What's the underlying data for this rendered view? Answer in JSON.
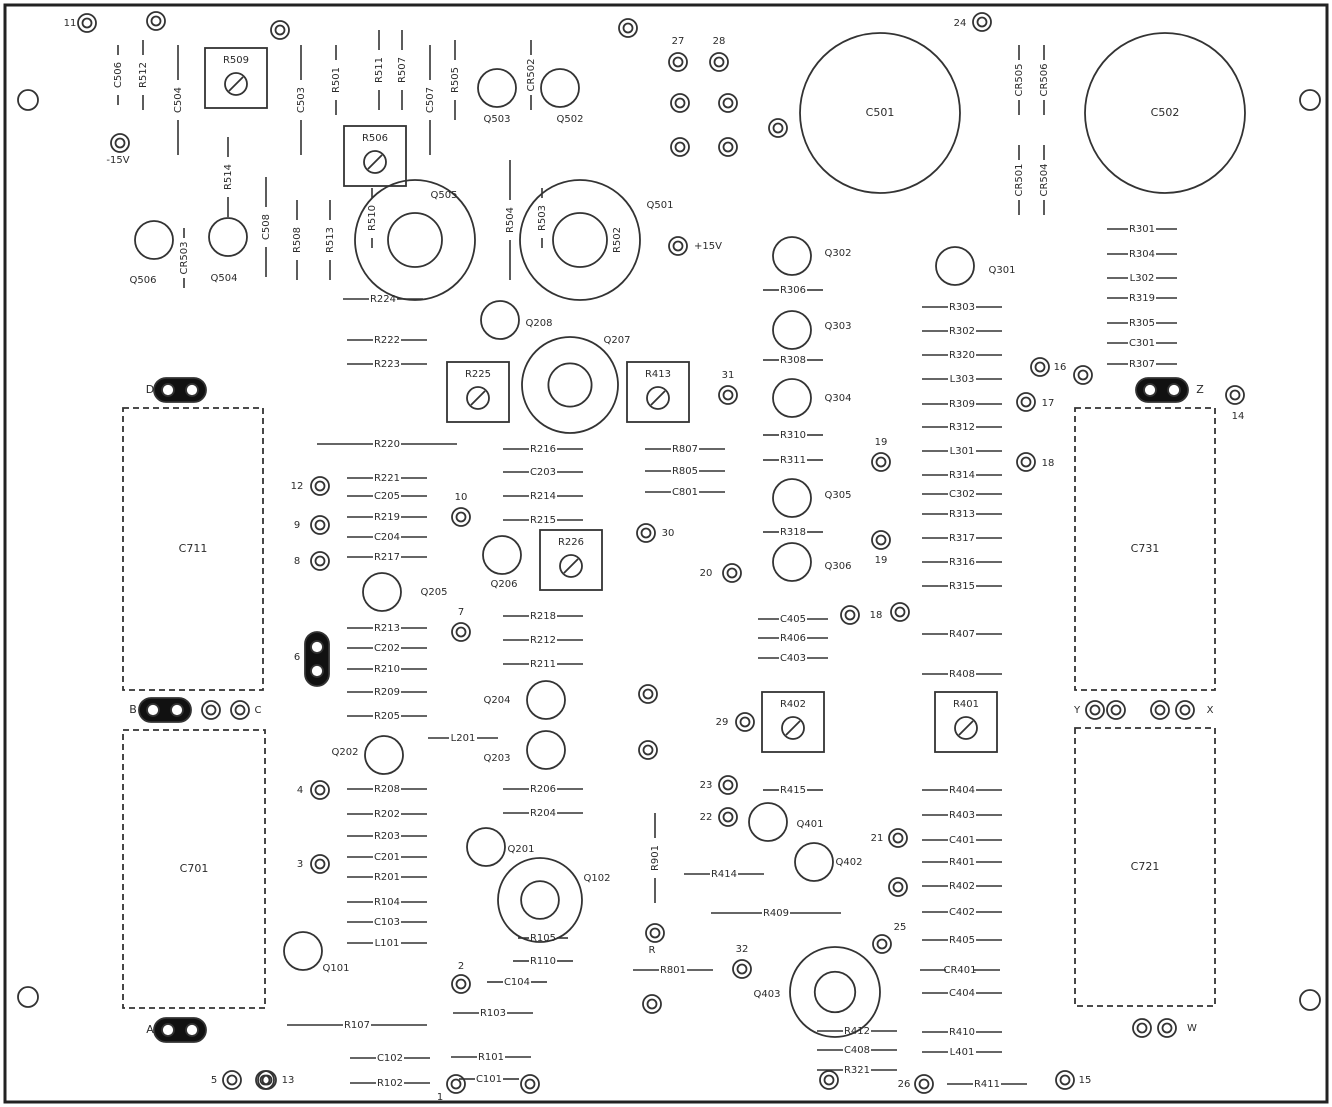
{
  "board": {
    "caps_large": [
      "C501",
      "C502"
    ],
    "caps_box": [
      "C711",
      "C701",
      "C731",
      "C721"
    ],
    "pots": [
      "R509",
      "R506",
      "R225",
      "R413",
      "R226",
      "R402",
      "R401"
    ],
    "transistors": [
      "Q505",
      "Q501",
      "Q207",
      "Q102",
      "Q403"
    ],
    "semis": [
      "Q503",
      "Q502",
      "Q506",
      "Q504",
      "Q208",
      "Q302",
      "Q303",
      "Q304",
      "Q305",
      "Q306",
      "Q301",
      "Q205",
      "Q206",
      "Q204",
      "Q203",
      "Q202",
      "Q201",
      "Q402",
      "Q401",
      "Q101"
    ],
    "components": [
      "C506",
      "R512",
      "C504",
      "C503",
      "R501",
      "R511",
      "R507",
      "C507",
      "R505",
      "CR502",
      "C508",
      "R508",
      "R513",
      "R514",
      "CR503",
      "R504",
      "R510",
      "R503",
      "R502",
      "R224",
      "CR505",
      "CR506",
      "CR501",
      "CR504",
      "R301",
      "R304",
      "L302",
      "R319",
      "R305",
      "C301",
      "R307",
      "R306",
      "R308",
      "R310",
      "R311",
      "R318",
      "R303",
      "R302",
      "R320",
      "L303",
      "R309",
      "R312",
      "L301",
      "R314",
      "C302",
      "R313",
      "R317",
      "R316",
      "R315",
      "R222",
      "R223",
      "R220",
      "R221",
      "C205",
      "R219",
      "C204",
      "R217",
      "R213",
      "C202",
      "R210",
      "R209",
      "R205",
      "R216",
      "C203",
      "R214",
      "R215",
      "R218",
      "R212",
      "R211",
      "L201",
      "R206",
      "R204",
      "R807",
      "R805",
      "C801",
      "C405",
      "R406",
      "C403",
      "R407",
      "R408",
      "R208",
      "R202",
      "R203",
      "C201",
      "R201",
      "R104",
      "C103",
      "L101",
      "R105",
      "R110",
      "C104",
      "R103",
      "R107",
      "R101",
      "C102",
      "C101",
      "R102",
      "R901",
      "R414",
      "R409",
      "R415",
      "R801",
      "R404",
      "R403",
      "C401",
      "R401",
      "R402",
      "C402",
      "R405",
      "CR401",
      "C404",
      "R410",
      "L401",
      "R411",
      "R412",
      "C408",
      "R321"
    ],
    "test_points": [
      "11",
      "13",
      "27",
      "28",
      "24",
      "-15V",
      "+15V",
      "31",
      "12",
      "9",
      "8",
      "10",
      "30",
      "20",
      "7",
      "19",
      "19",
      "18",
      "16",
      "17",
      "18",
      "14",
      "6",
      "C",
      "Y",
      "X",
      "29",
      "23",
      "22",
      "21",
      "4",
      "3",
      "25",
      "2",
      "32",
      "R",
      "5",
      "13",
      "1",
      "26",
      "15",
      "W"
    ],
    "terminals": [
      "D",
      "Z",
      "B",
      "A"
    ]
  }
}
